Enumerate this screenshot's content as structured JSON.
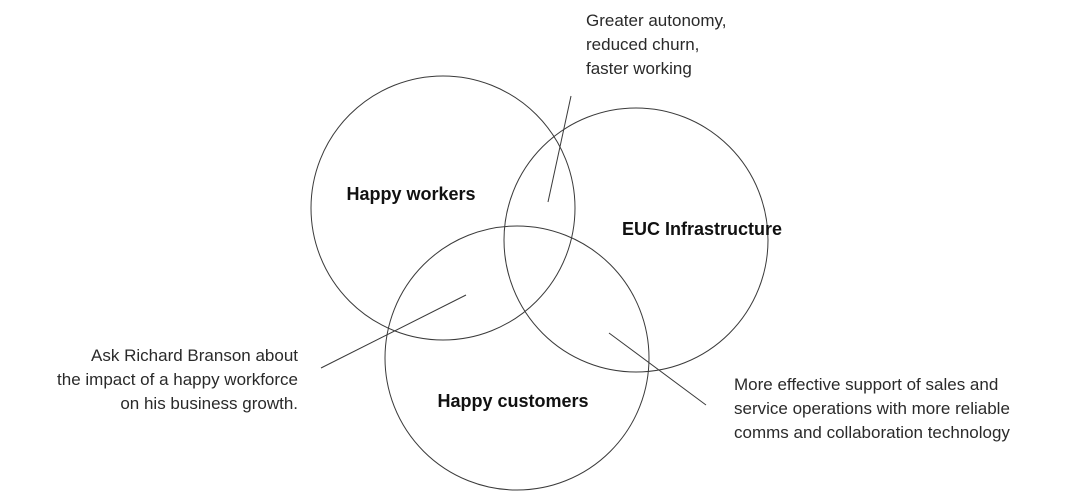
{
  "circles": {
    "workers": {
      "label": "Happy workers"
    },
    "infrastructure": {
      "label": "EUC Infrastructure"
    },
    "customers": {
      "label": "Happy customers"
    }
  },
  "annotations": {
    "top": {
      "lines": [
        "Greater autonomy,",
        "reduced churn,",
        "faster working"
      ]
    },
    "left": {
      "lines": [
        "Ask Richard Branson about",
        "the impact of a happy workforce",
        "on his business growth."
      ]
    },
    "right": {
      "lines": [
        "More effective support of sales and",
        "service operations with more reliable",
        "comms and collaboration technology"
      ]
    }
  },
  "colors": {
    "stroke": "#3a3a3a",
    "label_text": "#111111",
    "note_text": "#2a2a2a"
  }
}
